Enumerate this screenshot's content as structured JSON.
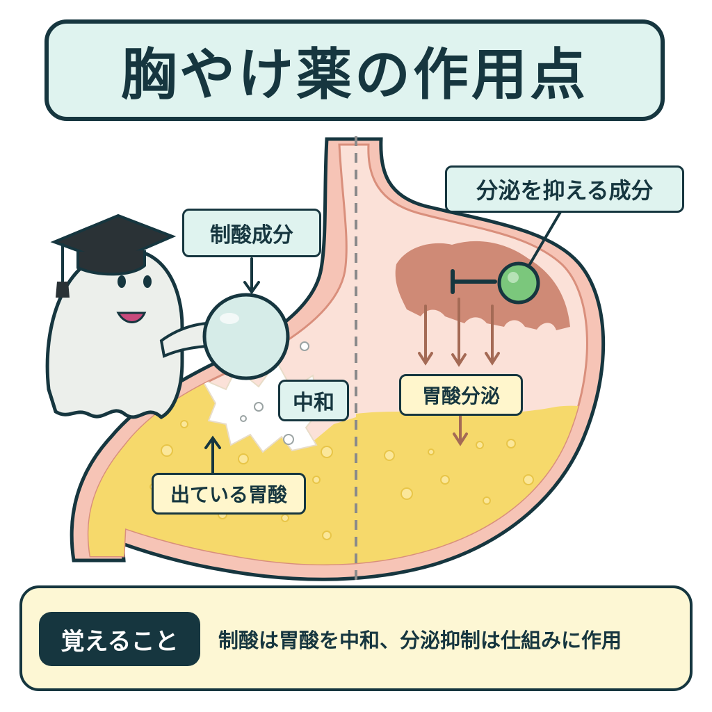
{
  "title": "胸やけ薬の作用点",
  "labels": {
    "antacid": "制酸成分",
    "neutralize": "中和",
    "released_acid": "出ている胃酸",
    "secretion_inhibitor": "分泌を抑える成分",
    "acid_secretion": "胃酸分泌"
  },
  "memo": {
    "tag": "覚えること",
    "text": "制酸は胃酸を中和、分泌抑制は仕組みに作用"
  },
  "colors": {
    "outline": "#16363f",
    "stomach_wall": "#f6c4b6",
    "stomach_inner": "#fbe1d8",
    "acid": "#f6d96b",
    "mucosa": "#cf8a76",
    "tablet": "#d6ece8",
    "inhibitor": "#7bc77c",
    "arrow_brown": "#a46a55"
  },
  "icons": {
    "mascot": "ghost-graduate-mascot-icon",
    "inhibit": "inhibit-bar-icon"
  }
}
